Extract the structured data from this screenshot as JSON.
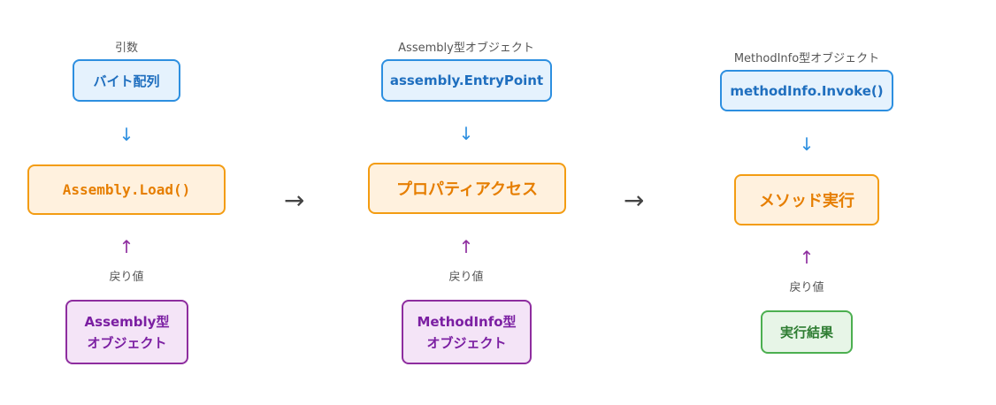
{
  "steps": [
    {
      "input_caption": "引数",
      "input_box": "バイト配列",
      "down_arrow": "↓",
      "action_box": "Assembly.Load()",
      "up_arrow": "↑",
      "return_caption": "戻り値",
      "result_line1": "Assembly型",
      "result_line2": "オブジェクト"
    },
    {
      "input_caption": "Assembly型オブジェクト",
      "input_box": "assembly.EntryPoint",
      "down_arrow": "↓",
      "action_box": "プロパティアクセス",
      "up_arrow": "↑",
      "return_caption": "戻り値",
      "result_line1": "MethodInfo型",
      "result_line2": "オブジェクト"
    },
    {
      "input_caption": "MethodInfo型オブジェクト",
      "input_box": "methodInfo.Invoke()",
      "down_arrow": "↓",
      "action_box": "メソッド実行",
      "up_arrow": "↑",
      "return_caption": "戻り値",
      "result_line1": "実行結果"
    }
  ],
  "flow_arrows": [
    "→",
    "→"
  ],
  "colors": {
    "input_border": "#2d8fe0",
    "action_border": "#f39c12",
    "result_border": "#8e2d9f",
    "final_result_border": "#4caf50"
  }
}
